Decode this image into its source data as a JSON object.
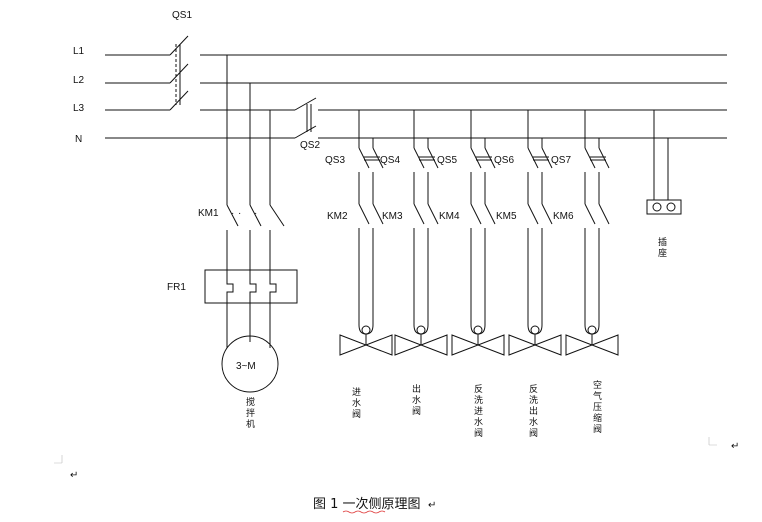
{
  "buses": [
    "L1",
    "L2",
    "L3",
    "N"
  ],
  "switches": {
    "qs1": "QS1",
    "qs2": "QS2",
    "valve": [
      "QS3",
      "QS4",
      "QS5",
      "QS6",
      "QS7"
    ]
  },
  "contactors": [
    "KM1",
    "KM2",
    "KM3",
    "KM4",
    "KM5",
    "KM6"
  ],
  "relay": {
    "fr1": "FR1"
  },
  "motor": {
    "label": "3~M",
    "name": "搅拌机"
  },
  "valves": [
    "进水阀",
    "出水阀",
    "反洗进水阀",
    "反洗出水阀",
    "空气压缩阀"
  ],
  "socket": "插座",
  "caption": "图 1 一次侧原理图",
  "marks": [
    "↵",
    "↵",
    "↵"
  ]
}
